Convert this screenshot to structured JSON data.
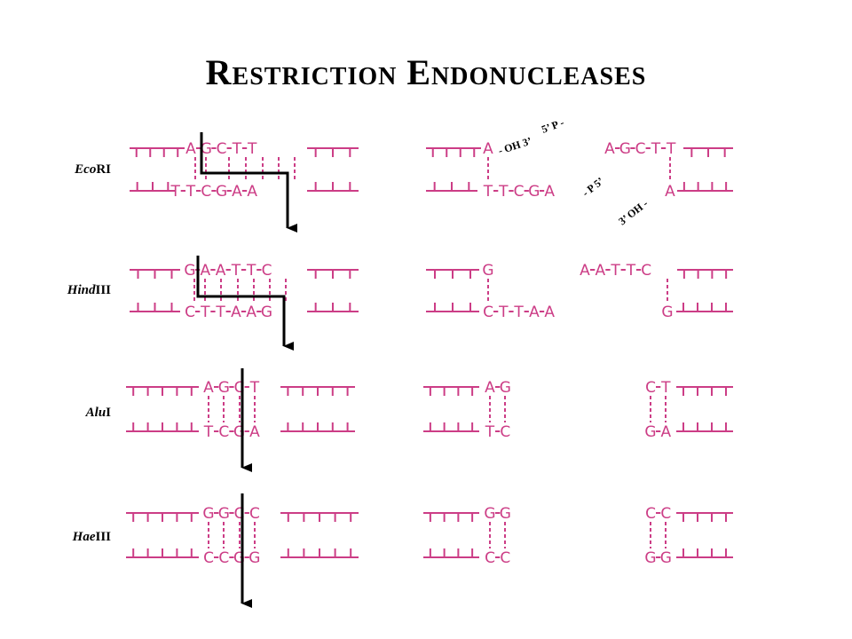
{
  "title": "Restriction Endonucleases",
  "colors": {
    "strand": "#cc3d86",
    "cut": "#000000"
  },
  "enzymes": [
    {
      "id": "ecori",
      "name_italic": "Eco",
      "name_rest": "RI",
      "top_seq": [
        "A",
        "G",
        "C",
        "T",
        "T"
      ],
      "bottom_seq": [
        "T",
        "T",
        "C",
        "G",
        "A",
        "A"
      ],
      "frag_left": {
        "top": [
          "A"
        ],
        "bottom": [
          "T",
          "T",
          "C",
          "G",
          "A"
        ]
      },
      "frag_right": {
        "top": [
          "A",
          "G",
          "C",
          "T",
          "T"
        ],
        "bottom": [
          "A"
        ]
      },
      "end_labels": [
        "5’ P -",
        "- OH 3’",
        "- P 5’",
        "3’ OH -"
      ]
    },
    {
      "id": "hindiii",
      "name_italic": "Hind",
      "name_rest": "III",
      "top_seq": [
        "G",
        "A",
        "A",
        "T",
        "T",
        "C"
      ],
      "bottom_seq": [
        "C",
        "T",
        "T",
        "A",
        "A",
        "G"
      ],
      "frag_left": {
        "top": [
          "G"
        ],
        "bottom": [
          "C",
          "T",
          "T",
          "A",
          "A"
        ]
      },
      "frag_right": {
        "top": [
          "A",
          "A",
          "T",
          "T",
          "C"
        ],
        "bottom": [
          "G"
        ]
      }
    },
    {
      "id": "alui",
      "name_italic": "Alu",
      "name_rest": "I",
      "top_seq": [
        "A",
        "G",
        "C",
        "T"
      ],
      "bottom_seq": [
        "T",
        "C",
        "G",
        "A"
      ],
      "frag_left": {
        "top": [
          "A",
          "G"
        ],
        "bottom": [
          "T",
          "C"
        ]
      },
      "frag_right": {
        "top": [
          "C",
          "T"
        ],
        "bottom": [
          "G",
          "A"
        ]
      }
    },
    {
      "id": "haeiii",
      "name_italic": "Hae",
      "name_rest": "III",
      "top_seq": [
        "G",
        "G",
        "C",
        "C"
      ],
      "bottom_seq": [
        "C",
        "C",
        "G",
        "G"
      ],
      "frag_left": {
        "top": [
          "G",
          "G"
        ],
        "bottom": [
          "C",
          "C"
        ]
      },
      "frag_right": {
        "top": [
          "C",
          "C"
        ],
        "bottom": [
          "G",
          "G"
        ]
      }
    }
  ]
}
